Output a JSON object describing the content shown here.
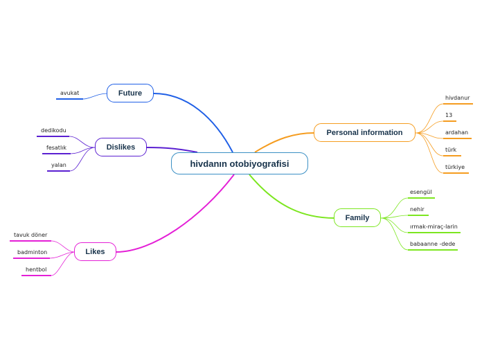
{
  "central": {
    "label": "hivdanın otobiyografisi"
  },
  "branches": {
    "future": {
      "label": "Future",
      "color": "#1f5fe6",
      "items": [
        "avukat"
      ]
    },
    "dislikes": {
      "label": "Dislikes",
      "color": "#5a1fd1",
      "items": [
        "dedikodu",
        "fesatlık",
        "yalan"
      ]
    },
    "likes": {
      "label": "Likes",
      "color": "#e41fd6",
      "items": [
        "tavuk döner",
        "badminton",
        "hentbol"
      ]
    },
    "personal": {
      "label": "Personal information",
      "color": "#f59c1f",
      "items": [
        "hivdanur",
        "13",
        "ardahan",
        "türk",
        "türkiye"
      ]
    },
    "family": {
      "label": "Family",
      "color": "#7ce61f",
      "items": [
        "esengül",
        "nehir",
        "ırmak-miraç-larin",
        "babaanne -dede"
      ]
    }
  }
}
